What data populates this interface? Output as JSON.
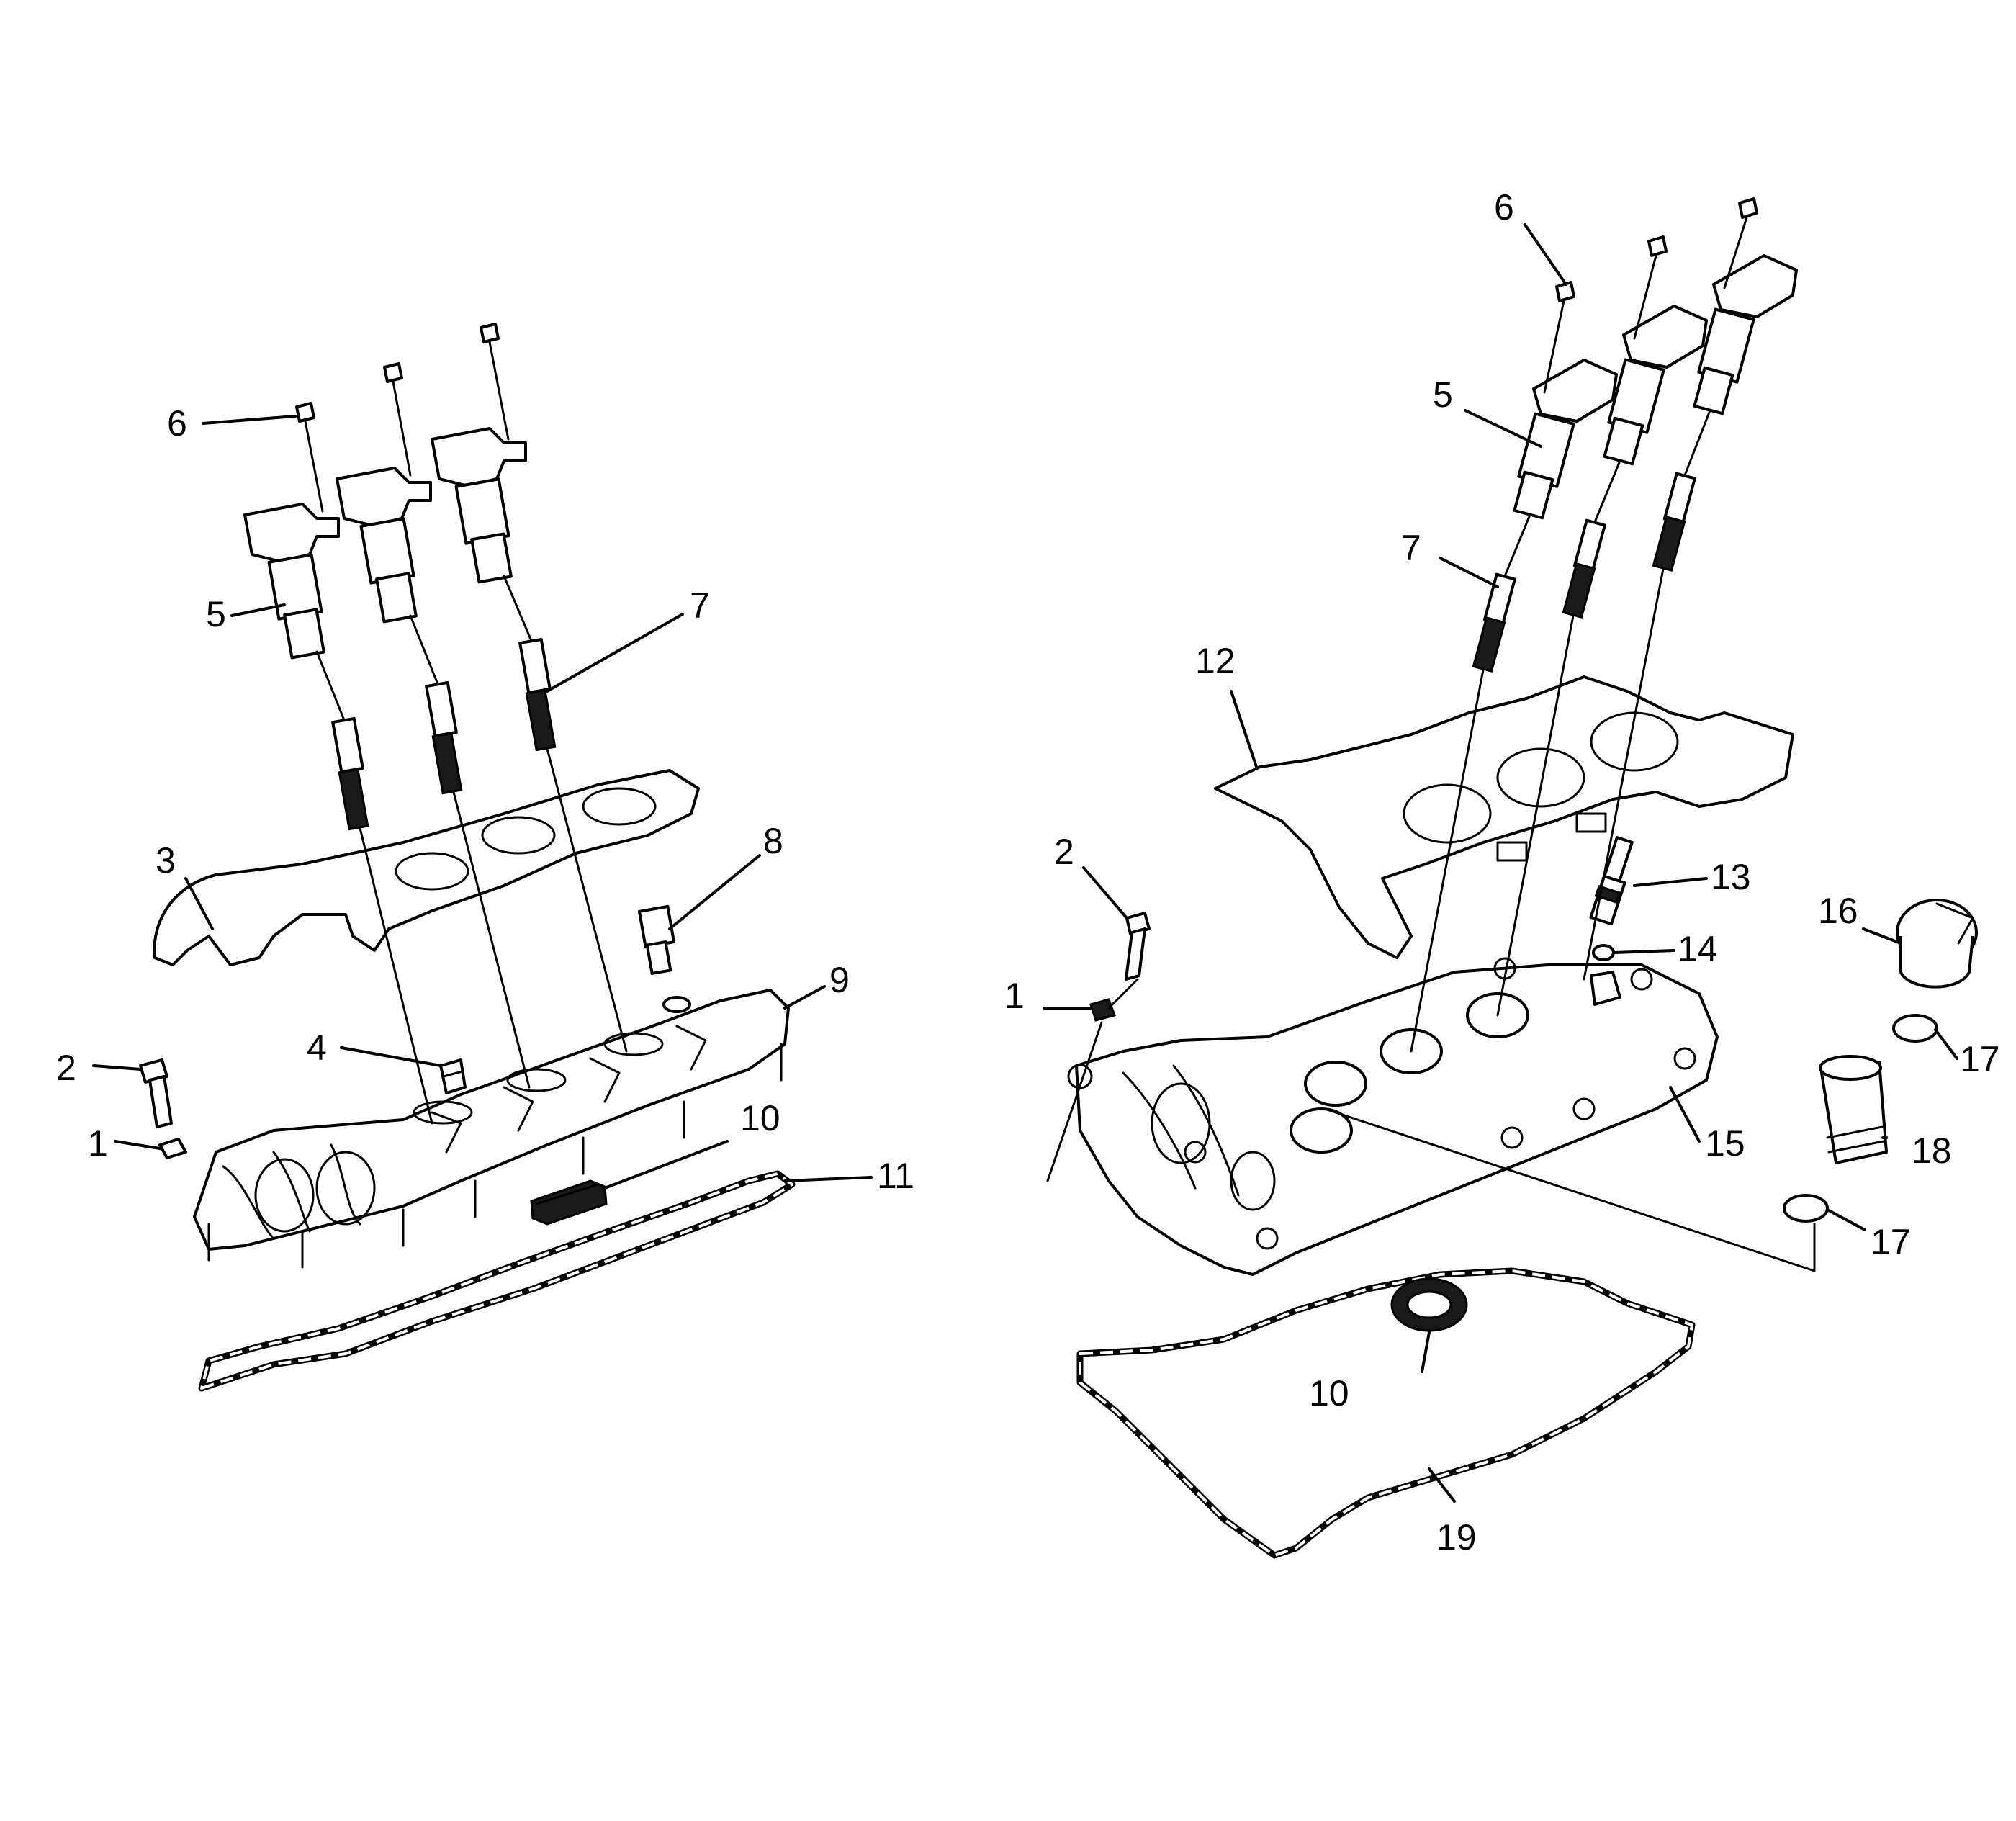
{
  "diagram": {
    "left_assembly": {
      "callouts": [
        "1",
        "2",
        "3",
        "4",
        "5",
        "6",
        "7",
        "8",
        "9",
        "10",
        "11"
      ]
    },
    "right_assembly": {
      "callouts": [
        "1",
        "2",
        "5",
        "6",
        "7",
        "10",
        "12",
        "13",
        "14",
        "15",
        "16",
        "17",
        "17",
        "18",
        "19"
      ]
    }
  }
}
